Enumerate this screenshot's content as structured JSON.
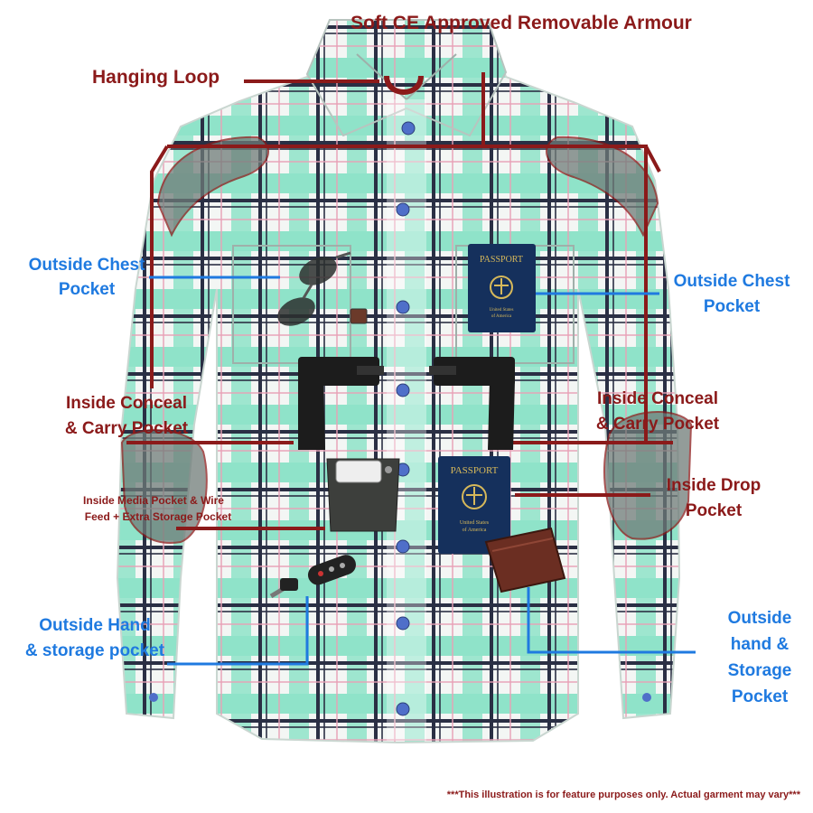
{
  "colors": {
    "red_label": "#8b1a1a",
    "blue_label": "#1f7ae0",
    "shirt_mint": "#8fe3c9",
    "shirt_white": "#f3f6f4",
    "plaid_navy": "#2a2f44",
    "button_blue": "#4f6fc9"
  },
  "labels": {
    "armour": "Soft CE Approved Removable Armour",
    "hanging_loop": "Hanging Loop",
    "outside_chest_left_1": "Outside Chest",
    "outside_chest_left_2": "Pocket",
    "outside_chest_right_1": "Outside Chest",
    "outside_chest_right_2": "Pocket",
    "conceal_left_1": "Inside Conceal",
    "conceal_left_2": "& Carry Pocket",
    "conceal_right_1": "Inside Conceal",
    "conceal_right_2": "& Carry Pocket",
    "media_1": "Inside Media Pocket & Wire",
    "media_2": "Feed + Extra Storage Pocket",
    "drop_1": "Inside Drop",
    "drop_2": "Pocket",
    "hand_left_1": "Outside Hand",
    "hand_left_2": "& storage pocket",
    "hand_right_1": "Outside",
    "hand_right_2": "hand &",
    "hand_right_3": "Storage",
    "hand_right_4": "Pocket"
  },
  "passport": {
    "title": "PASSPORT",
    "country_1": "United States",
    "country_2": "of America"
  },
  "disclaimer": "***This illustration is for feature purposes only.  Actual garment may vary***"
}
